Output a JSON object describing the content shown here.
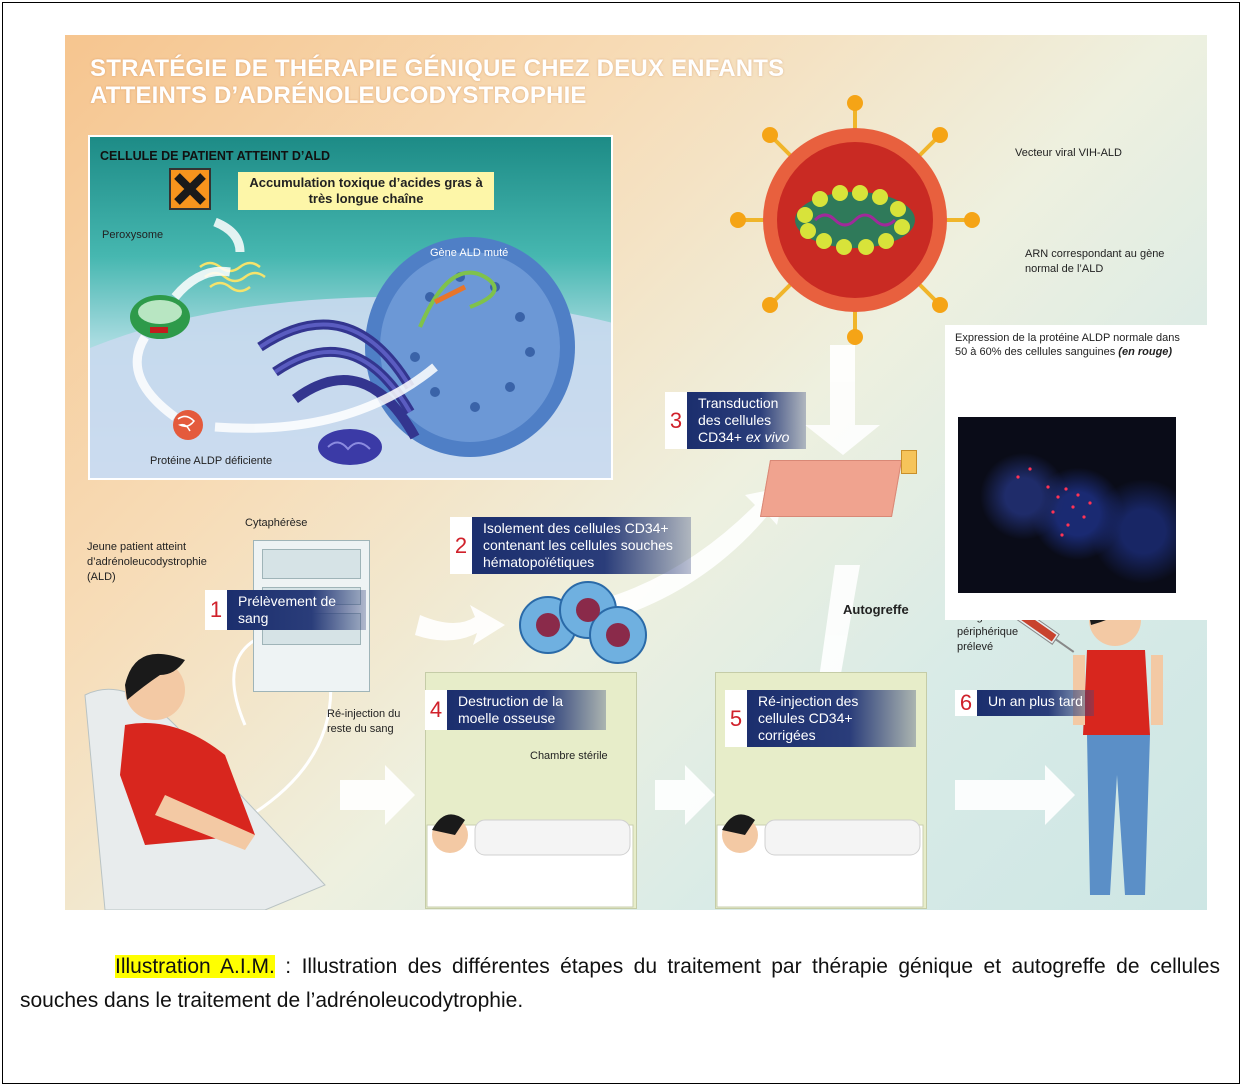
{
  "title": "STRATÉGIE DE THÉRAPIE GÉNIQUE CHEZ DEUX ENFANTS ATTEINTS D’ADRÉNOLEUCODYSTROPHIE",
  "cell_panel": {
    "title": "CELLULE DE PATIENT ATTEINT D’ALD",
    "toxic_label": "Accumulation toxique d’acides gras à très longue chaîne",
    "peroxysome": "Peroxysome",
    "gene_label": "Gène ALD muté",
    "protein_label": "Protéine ALDP déficiente"
  },
  "virus": {
    "vector_label": "Vecteur viral VIH-ALD",
    "arn_label": "ARN correspondant au gène normal de l’ALD"
  },
  "steps": [
    {
      "num": "1",
      "text": "Prélèvement de sang"
    },
    {
      "num": "2",
      "text": "Isolement des cellules CD34+ contenant les cellules souches hématopoïétiques"
    },
    {
      "num": "3",
      "text_a": "Transduction des cellules CD34+",
      "text_b": "ex vivo"
    },
    {
      "num": "4",
      "text": "Destruction de la moelle osseuse"
    },
    {
      "num": "5",
      "text": "Ré-injection des cellules CD34+ corrigées"
    },
    {
      "num": "6",
      "text": "Un an plus tard"
    }
  ],
  "labels": {
    "patient": "Jeune patient atteint d’adrénoleucodystrophie (ALD)",
    "cytapherese": "Cytaphérèse",
    "reinjection": "Ré-injection du reste du sang",
    "chambre": "Chambre stérile",
    "autogreffe": "Autogreffe",
    "sang": "Sang périphérique prélevé"
  },
  "expression": {
    "text": "Expression de la protéine ALDP normale dans 50 à 60% des cellules sanguines",
    "italic": "(en rouge)"
  },
  "caption": {
    "highlight": "Illustration A.I.M.",
    "text": " : Illustration des différentes étapes du traitement par thérapie génique et autogreffe de cellules souches dans le traitement de l’adrénoleucodytrophie."
  },
  "colors": {
    "step_number": "#d0212b",
    "step_band": "#1c2f6e",
    "highlight": "#ffff00"
  }
}
